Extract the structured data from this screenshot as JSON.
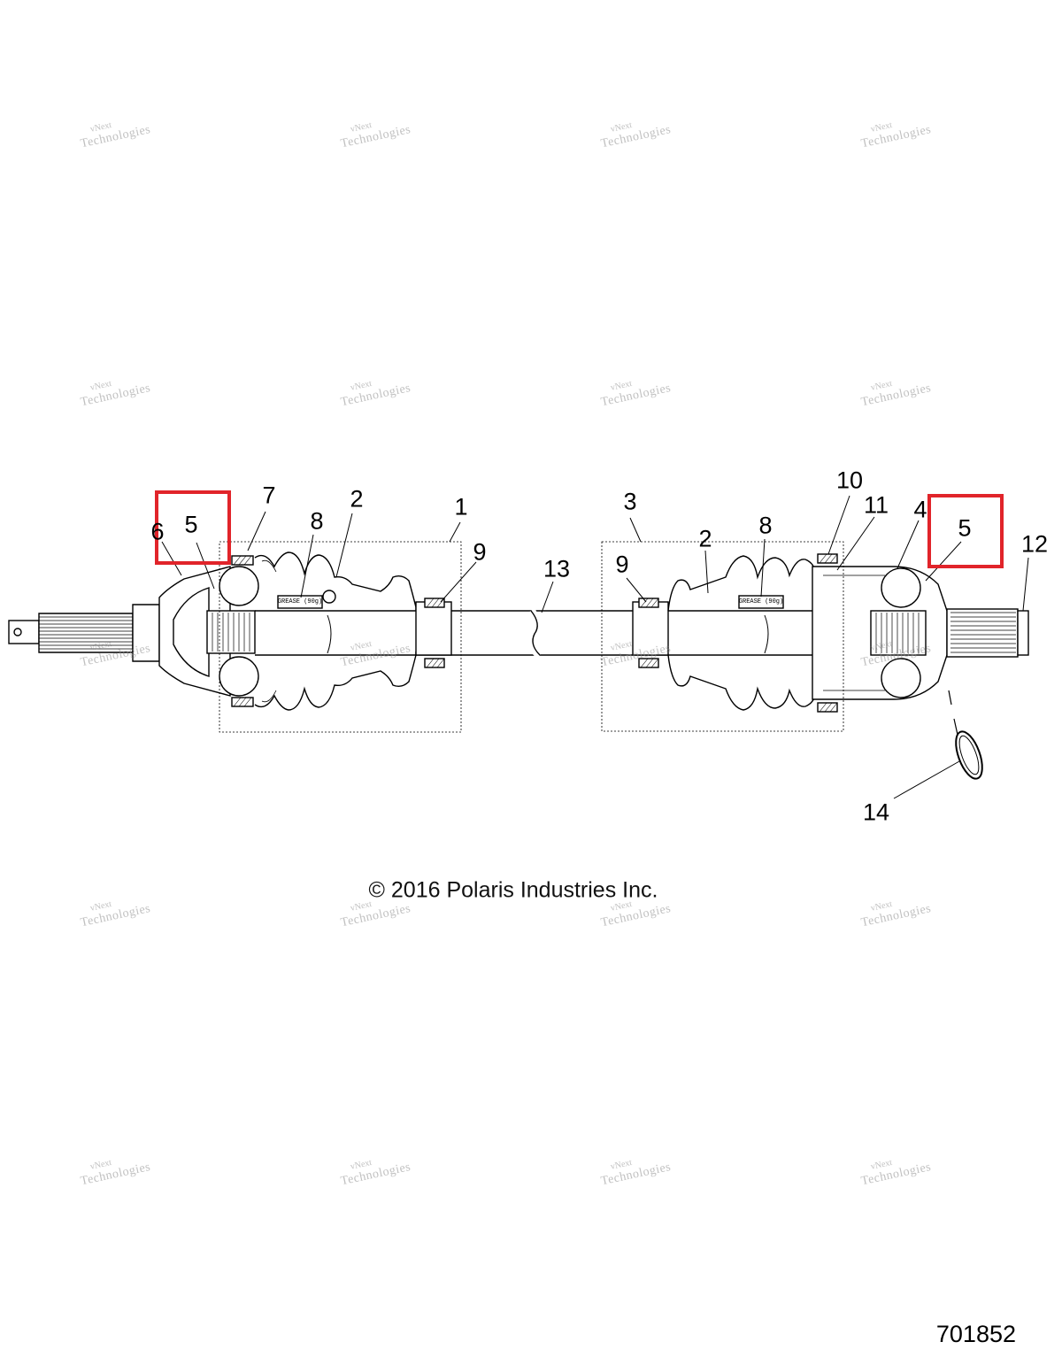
{
  "callouts": {
    "c1": "1",
    "c2a": "2",
    "c2b": "2",
    "c3": "3",
    "c4": "4",
    "c5a": "5",
    "c5b": "5",
    "c6": "6",
    "c7": "7",
    "c8a": "8",
    "c8b": "8",
    "c9a": "9",
    "c9b": "9",
    "c10": "10",
    "c11": "11",
    "c12": "12",
    "c13": "13",
    "c14": "14"
  },
  "grease_labels": {
    "left": "GREASE (90g)",
    "right": "GREASE (90g)"
  },
  "copyright": "© 2016 Polaris Industries Inc.",
  "drawing_number": "701852",
  "watermark": {
    "line1": "vNext",
    "line2": "Technologies"
  },
  "colors": {
    "highlight": "#e1242a",
    "line": "#000000"
  }
}
